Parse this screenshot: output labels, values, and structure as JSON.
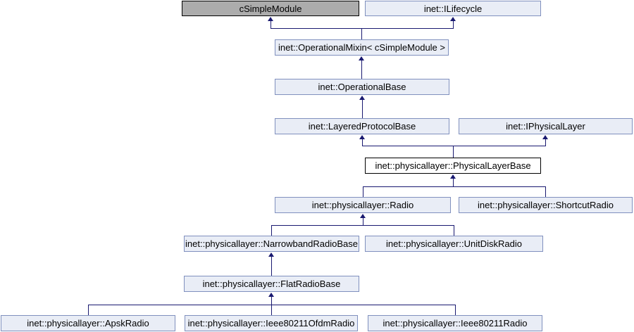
{
  "diagram": {
    "kind": "class-inheritance-diagram",
    "current_class": "inet::physicallayer::PhysicalLayerBase"
  },
  "nodes": {
    "csimplemodule": {
      "label": "cSimpleModule",
      "role": "external"
    },
    "ilifecycle": {
      "label": "inet::ILifecycle",
      "role": "class"
    },
    "operationalmixin": {
      "label": "inet::OperationalMixin< cSimpleModule >",
      "role": "class"
    },
    "operationalbase": {
      "label": "inet::OperationalBase",
      "role": "class"
    },
    "layeredprotocolbase": {
      "label": "inet::LayeredProtocolBase",
      "role": "class"
    },
    "iphysicallayer": {
      "label": "inet::IPhysicalLayer",
      "role": "class"
    },
    "physicallayerbase": {
      "label": "inet::physicallayer::PhysicalLayerBase",
      "role": "current"
    },
    "radio": {
      "label": "inet::physicallayer::Radio",
      "role": "class"
    },
    "shortcutradio": {
      "label": "inet::physicallayer::ShortcutRadio",
      "role": "class"
    },
    "narrowbandradiobase": {
      "label": "inet::physicallayer::NarrowbandRadioBase",
      "role": "class"
    },
    "unitdiskradio": {
      "label": "inet::physicallayer::UnitDiskRadio",
      "role": "class"
    },
    "flatradiobase": {
      "label": "inet::physicallayer::FlatRadioBase",
      "role": "class"
    },
    "apskradio": {
      "label": "inet::physicallayer::ApskRadio",
      "role": "class"
    },
    "ieee80211ofdmradio": {
      "label": "inet::physicallayer::Ieee80211OfdmRadio",
      "role": "class"
    },
    "ieee80211radio": {
      "label": "inet::physicallayer::Ieee80211Radio",
      "role": "class"
    }
  },
  "edges": [
    {
      "from": "operationalmixin",
      "to": "csimplemodule"
    },
    {
      "from": "operationalmixin",
      "to": "ilifecycle"
    },
    {
      "from": "operationalbase",
      "to": "operationalmixin"
    },
    {
      "from": "layeredprotocolbase",
      "to": "operationalbase"
    },
    {
      "from": "physicallayerbase",
      "to": "layeredprotocolbase"
    },
    {
      "from": "physicallayerbase",
      "to": "iphysicallayer"
    },
    {
      "from": "radio",
      "to": "physicallayerbase"
    },
    {
      "from": "shortcutradio",
      "to": "physicallayerbase"
    },
    {
      "from": "narrowbandradiobase",
      "to": "radio"
    },
    {
      "from": "unitdiskradio",
      "to": "radio"
    },
    {
      "from": "flatradiobase",
      "to": "narrowbandradiobase"
    },
    {
      "from": "apskradio",
      "to": "flatradiobase"
    },
    {
      "from": "ieee80211ofdmradio",
      "to": "flatradiobase"
    },
    {
      "from": "ieee80211radio",
      "to": "flatradiobase"
    }
  ],
  "colors": {
    "background": "#FFFFFF",
    "node_fill": "#E9EDF6",
    "node_border": "#8090BE",
    "external_node_fill": "#ACACAC",
    "external_node_border": "#000000",
    "current_node_fill": "#FFFFFF",
    "current_node_border": "#000000",
    "edge": "#191970",
    "text": "#000000"
  }
}
